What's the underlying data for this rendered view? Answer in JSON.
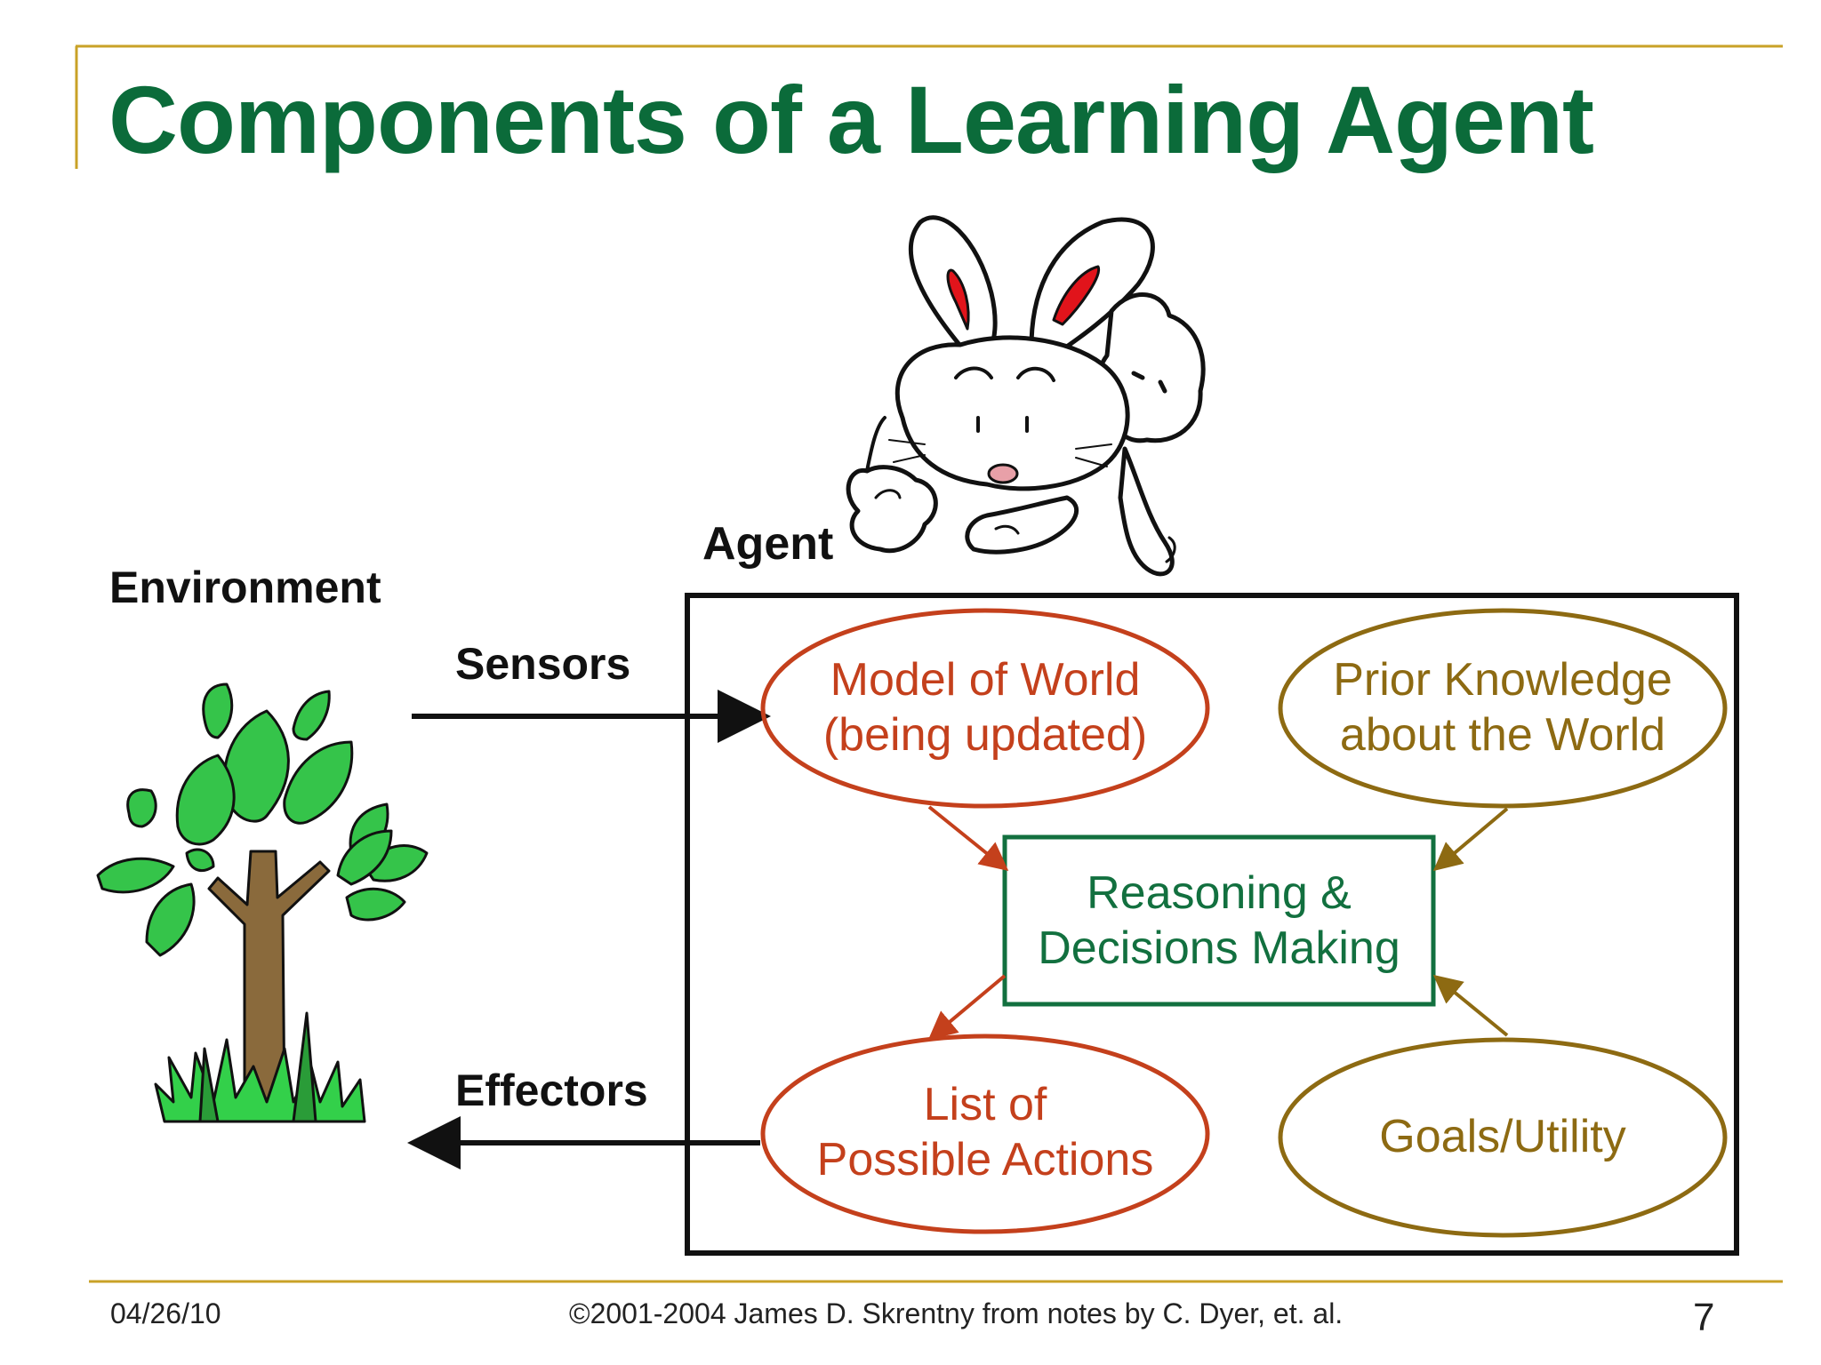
{
  "slide": {
    "title": "Components of a Learning Agent",
    "labels": {
      "environment": "Environment",
      "agent": "Agent",
      "sensors": "Sensors",
      "effectors": "Effectors"
    },
    "nodes": {
      "model_of_world": {
        "line1": "Model of World",
        "line2": "(being updated)"
      },
      "prior_knowledge": {
        "line1": "Prior Knowledge",
        "line2": "about the World"
      },
      "reasoning": {
        "line1": "Reasoning &",
        "line2": "Decisions Making"
      },
      "possible_actions": {
        "line1": "List of",
        "line2": "Possible Actions"
      },
      "goals": {
        "line1": "Goals/Utility"
      }
    },
    "footer": {
      "date": "04/26/10",
      "copyright": "©2001-2004 James D. Skrentny from notes by C. Dyer, et. al.",
      "page": "7"
    },
    "colors": {
      "title": "#0b6b3a",
      "accent_rule": "#c9a227",
      "red_node": "#c4401c",
      "gold_node": "#8d6a12",
      "green_box": "#12703f"
    },
    "icons": [
      "rabbit-illustration",
      "tree-illustration"
    ]
  }
}
